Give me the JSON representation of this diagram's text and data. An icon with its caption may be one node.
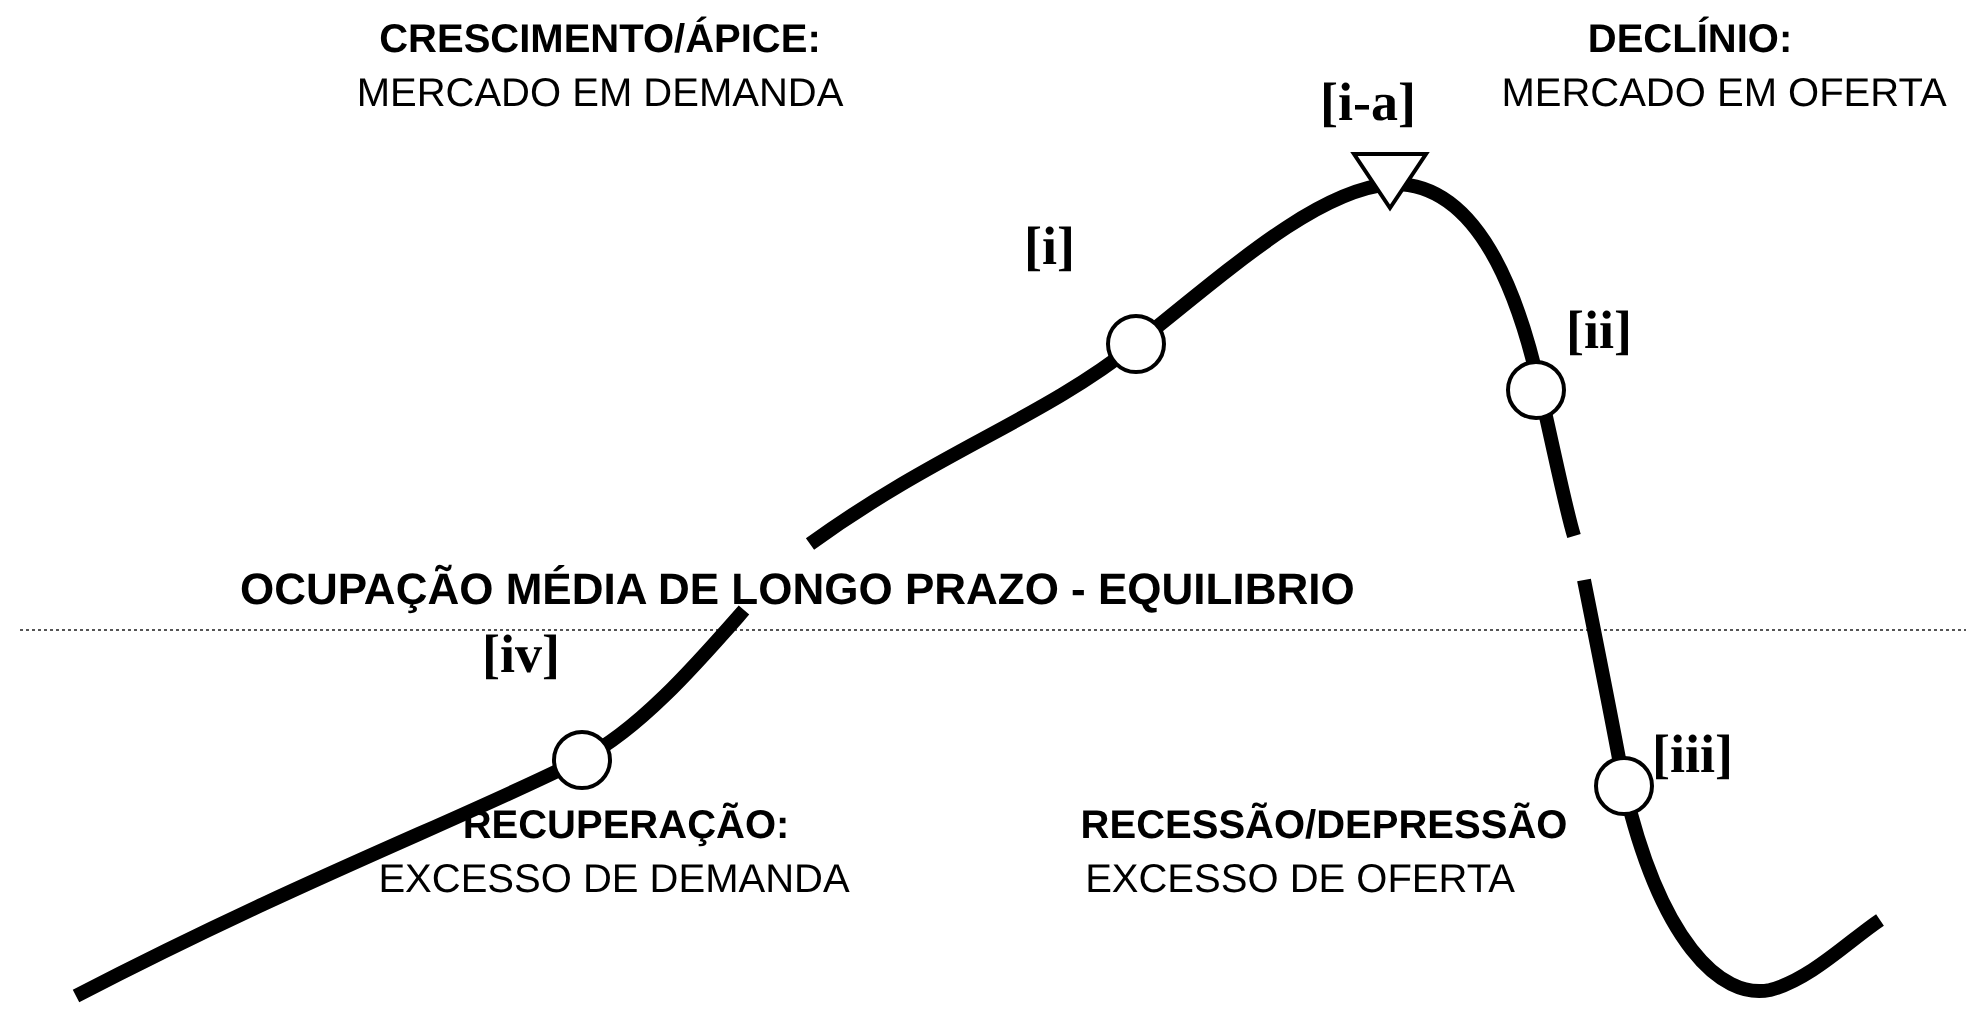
{
  "diagram": {
    "labels": [
      "CRESCIMENTO/ÁPICE:",
      "MERCADO EM DEMANDA",
      "[i-a]",
      "DECLÍNIO:",
      "MERCADO EM OFERTA",
      "[i]",
      "[ii]",
      "OCUPAÇÃO MÉDIA DE LONGO PRAZO - EQUILIBRIO",
      "[iv]",
      "[iii]",
      "RECUPERAÇÃO:",
      "EXCESSO DE DEMANDA",
      "RECESSÃO/DEPRESSÃO",
      "EXCESSO DE OFERTA"
    ]
  }
}
